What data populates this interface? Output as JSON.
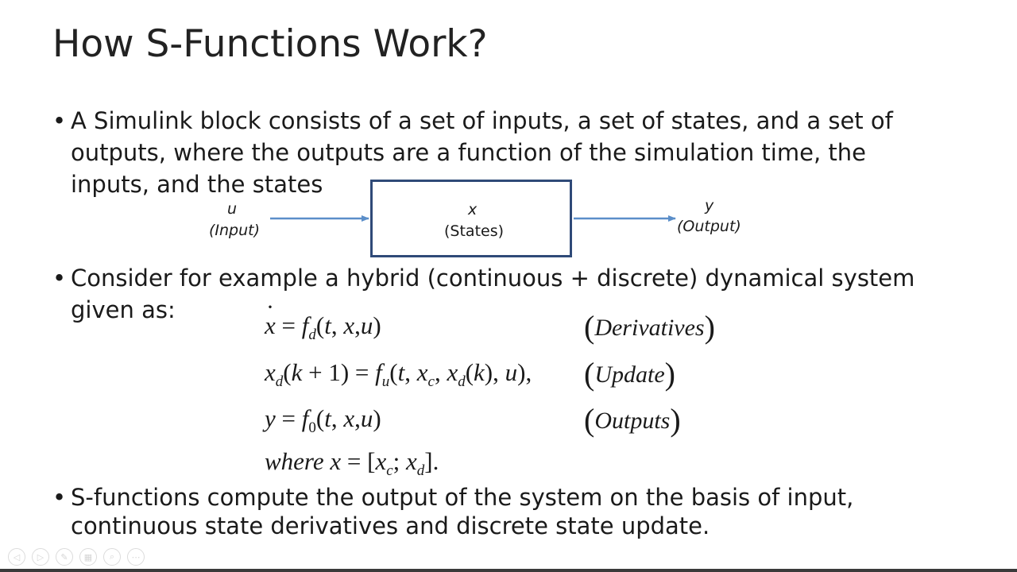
{
  "slide": {
    "title": "How S-Functions Work?",
    "bullets": [
      {
        "marker": "•",
        "text": "A Simulink block consists of a set of inputs, a set of states, and a set of outputs, where the outputs are a function of the simulation time, the inputs, and the states"
      },
      {
        "marker": "•",
        "text": "Consider for example a hybrid (continuous + discrete) dynamical system given as:"
      },
      {
        "marker": "•",
        "text": "S-functions compute the output of the system on the basis of input, continuous state derivatives and discrete state update."
      }
    ]
  },
  "diagram": {
    "input_symbol": "u",
    "input_label": "(Input)",
    "state_symbol": "x",
    "state_label": "(States)",
    "output_symbol": "y",
    "output_label": "(Output)",
    "box_border_color": "#2f4a78",
    "arrow_color": "#5b8ec9"
  },
  "equations": {
    "labels": {
      "derivatives": "Derivatives",
      "update": "Update",
      "outputs": "Outputs"
    },
    "where_word": "where"
  },
  "player_controls": [
    {
      "name": "previous-icon",
      "glyph": "◁"
    },
    {
      "name": "next-icon",
      "glyph": "▷"
    },
    {
      "name": "pen-icon",
      "glyph": "✎"
    },
    {
      "name": "slides-icon",
      "glyph": "▦"
    },
    {
      "name": "zoom-icon",
      "glyph": "⌕"
    },
    {
      "name": "more-icon",
      "glyph": "⋯"
    }
  ]
}
